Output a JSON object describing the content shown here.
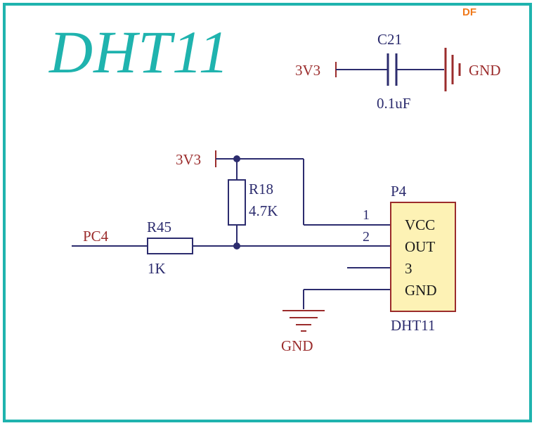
{
  "diagram": {
    "title": "DHT11",
    "watermark": "DF",
    "colors": {
      "frame": "#1fb3ae",
      "wire": "#2c2c6e",
      "power": "#9b2c2c",
      "chip_fill": "#fdf2b5",
      "chip_border": "#9b2c2c"
    },
    "nets": {
      "vcc_top": "3V3",
      "gnd_top": "GND",
      "vcc_pullup": "3V3",
      "gnd_bottom": "GND",
      "signal": "PC4"
    },
    "components": {
      "cap": {
        "ref": "C21",
        "value": "0.1uF"
      },
      "pullup": {
        "ref": "R18",
        "value": "4.7K"
      },
      "series": {
        "ref": "R45",
        "value": "1K"
      }
    },
    "sensor": {
      "ref": "P4",
      "part": "DHT11",
      "pins": [
        {
          "num": "1",
          "name": "VCC"
        },
        {
          "num": "2",
          "name": "OUT"
        },
        {
          "num": "",
          "name": "3"
        },
        {
          "num": "",
          "name": "GND"
        }
      ]
    }
  }
}
